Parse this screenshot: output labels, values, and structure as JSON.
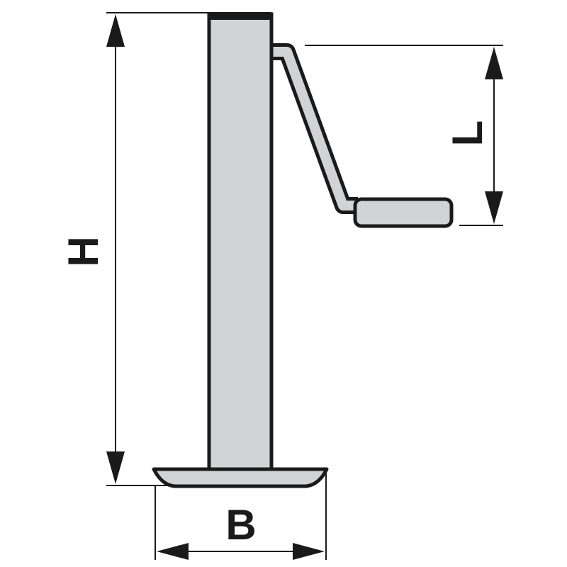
{
  "diagram": {
    "subject": "",
    "dimensions": {
      "height_label": "H",
      "crank_label": "L",
      "base_label": "B"
    },
    "colors": {
      "outline": "#1a1a1a",
      "fill": "#d1d3d4",
      "background": "#ffffff"
    }
  }
}
